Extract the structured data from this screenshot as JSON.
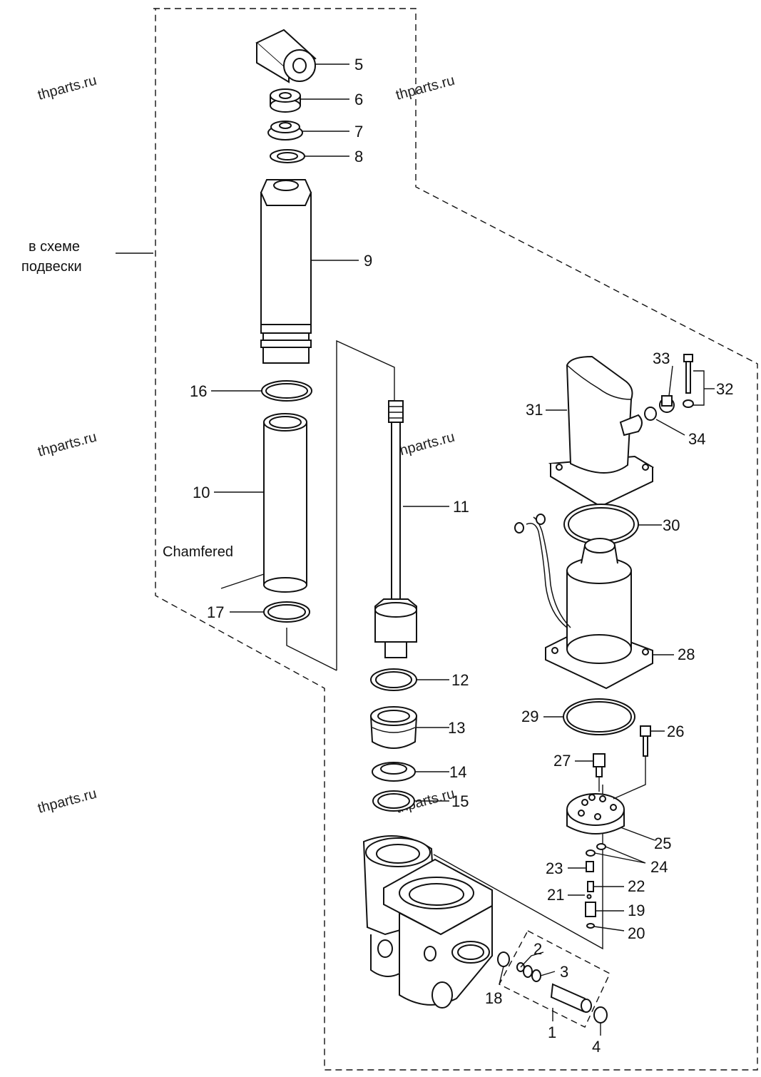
{
  "watermark": "thparts.ru",
  "notes": {
    "suspension_ref_line1": "в схеме",
    "suspension_ref_line2": "подвески",
    "chamfered": "Chamfered"
  },
  "part_numbers": [
    "1",
    "2",
    "3",
    "4",
    "5",
    "6",
    "7",
    "8",
    "9",
    "10",
    "11",
    "12",
    "13",
    "14",
    "15",
    "16",
    "17",
    "18",
    "19",
    "20",
    "21",
    "22",
    "23",
    "24",
    "25",
    "26",
    "27",
    "28",
    "29",
    "30",
    "31",
    "32",
    "33",
    "34"
  ]
}
